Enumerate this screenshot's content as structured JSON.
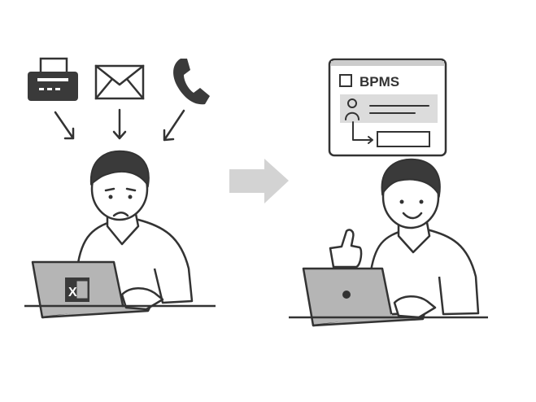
{
  "before": {
    "channels": [
      "fax",
      "email",
      "phone"
    ],
    "laptop_app_letter": "X"
  },
  "after": {
    "window_title": "BPMS"
  },
  "colors": {
    "ink": "#333333",
    "gray": "#b5b5b5",
    "arrow": "#d3d3d3",
    "highlight": "#dcdcdc"
  }
}
